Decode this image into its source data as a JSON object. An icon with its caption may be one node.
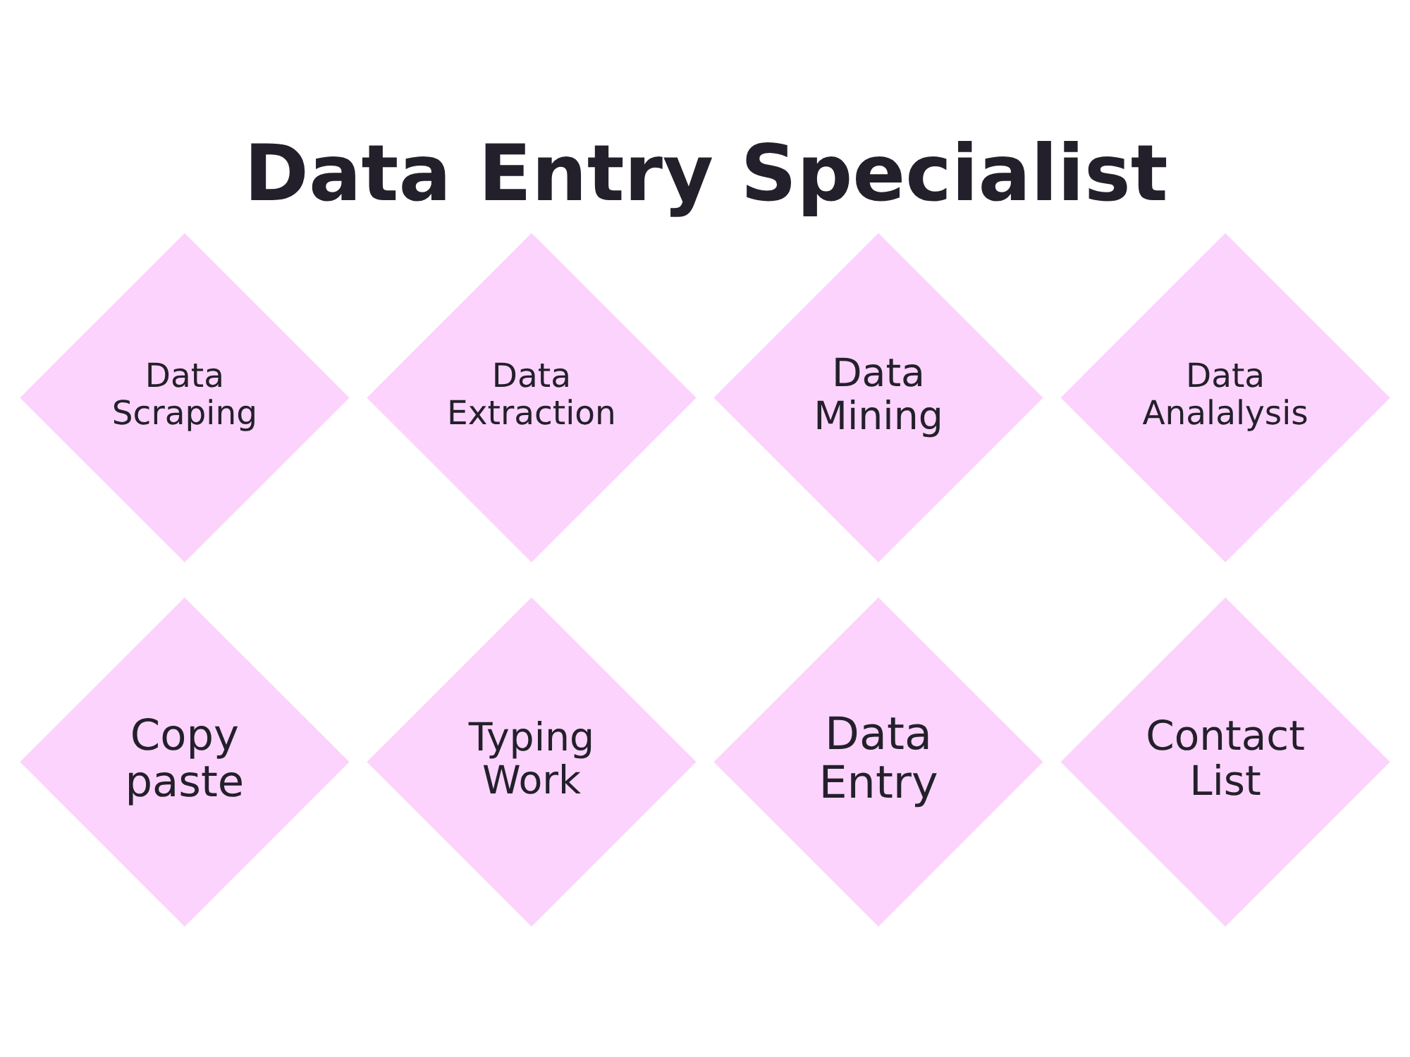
{
  "diagram": {
    "title": "Data Entry Specialist",
    "nodes": [
      {
        "text": [
          "Data Scraping"
        ]
      },
      {
        "text": [
          "Data Extraction"
        ]
      },
      {
        "text": [
          "Data Mining"
        ]
      },
      {
        "text": [
          "Data Analalysis"
        ]
      },
      {
        "text": [
          "Copy paste"
        ]
      },
      {
        "text": [
          "Typing Work"
        ]
      },
      {
        "text": [
          "Data Entry"
        ]
      },
      {
        "text": [
          "Contact List"
        ]
      }
    ],
    "edges": []
  }
}
